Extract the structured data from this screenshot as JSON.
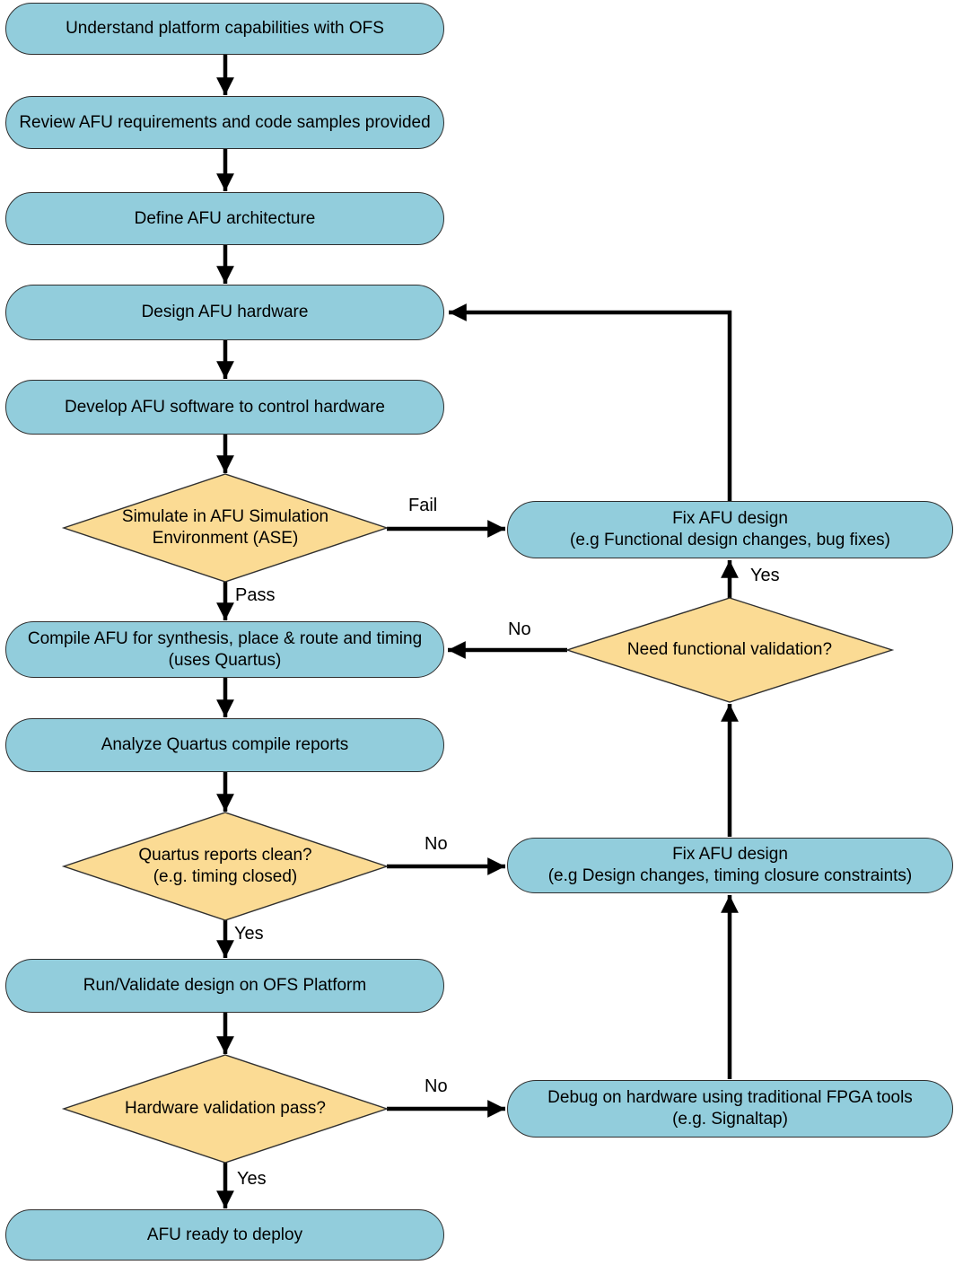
{
  "colors": {
    "process_fill": "#92cddc",
    "decision_fill": "#fbdb94",
    "shape_stroke": "#2f2f2f",
    "connector": "#000000",
    "text": "#000000"
  },
  "nodes": {
    "understand": {
      "label": "Understand platform capabilities with OFS"
    },
    "review": {
      "label": "Review AFU requirements and code samples provided"
    },
    "define": {
      "label": "Define AFU architecture"
    },
    "design": {
      "label": "Design AFU hardware"
    },
    "develop": {
      "label": "Develop AFU software to control hardware"
    },
    "simulate": {
      "line1": "Simulate in AFU Simulation",
      "line2": "Environment (ASE)"
    },
    "fix_functional": {
      "line1": "Fix AFU design",
      "line2": "(e.g Functional design changes, bug fixes)"
    },
    "need_validation": {
      "label": "Need functional validation?"
    },
    "compile": {
      "line1": "Compile AFU for synthesis, place & route and timing",
      "line2": "(uses Quartus)"
    },
    "analyze": {
      "label": "Analyze Quartus compile reports"
    },
    "reports_clean": {
      "line1": "Quartus reports clean?",
      "line2": "(e.g. timing closed)"
    },
    "fix_timing": {
      "line1": "Fix AFU design",
      "line2": "(e.g Design changes, timing closure constraints)"
    },
    "run_validate": {
      "label": "Run/Validate design on OFS Platform"
    },
    "hw_validation": {
      "label": "Hardware validation pass?"
    },
    "debug": {
      "line1": "Debug on hardware using traditional FPGA tools",
      "line2": "(e.g. Signaltap)"
    },
    "ready": {
      "label": "AFU ready to deploy"
    }
  },
  "edge_labels": {
    "simulate_fail": "Fail",
    "simulate_pass": "Pass",
    "need_validation_no": "No",
    "need_validation_yes": "Yes",
    "reports_clean_no": "No",
    "reports_clean_yes": "Yes",
    "hw_validation_no": "No",
    "hw_validation_yes": "Yes"
  }
}
